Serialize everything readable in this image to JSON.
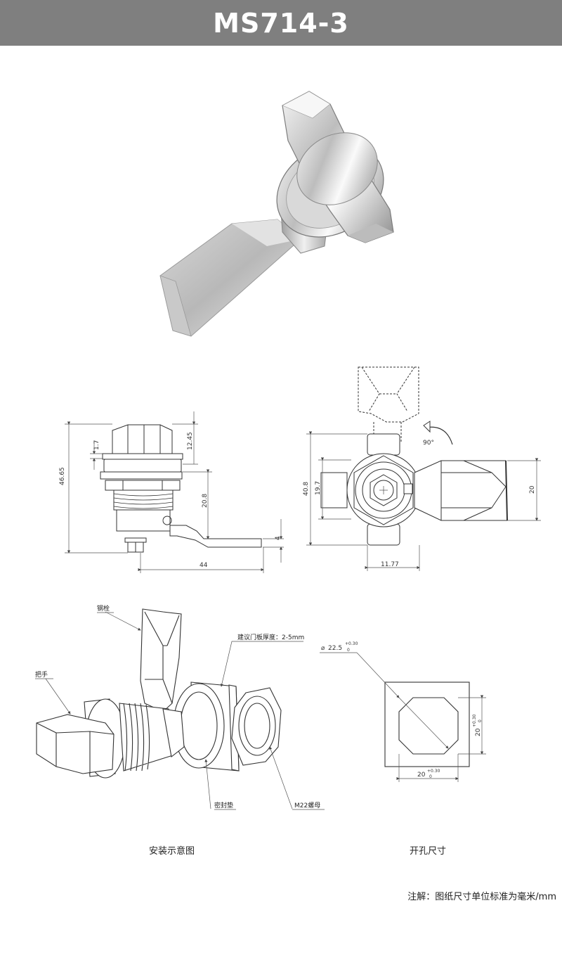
{
  "header": {
    "title": "MS714-3",
    "background": "#7f7f7f"
  },
  "drawing_side": {
    "dims": {
      "h_total": "46.65",
      "h_top": "12.45",
      "h_flange": "1.7",
      "h_cam": "20.8",
      "cam_thk": "4",
      "length": "44"
    }
  },
  "drawing_front": {
    "dims": {
      "h_total": "40.8",
      "h_inner": "19.7",
      "cam_width": "20",
      "offset": "11.77",
      "angle": "90°"
    }
  },
  "exploded": {
    "labels": {
      "pin": "钢栓",
      "handle": "把手",
      "panel": "建议门板厚度：2-5mm",
      "gasket": "密封垫",
      "nut": "M22螺母"
    },
    "caption": "安装示意图"
  },
  "cutout": {
    "diameter": "22.5",
    "tol_plus": "+0.30",
    "tol_zero": "0",
    "side_v": "20",
    "side_h": "20",
    "caption": "开孔尺寸"
  },
  "footer": {
    "note": "注解：图纸尺寸单位标准为毫米/mm"
  }
}
